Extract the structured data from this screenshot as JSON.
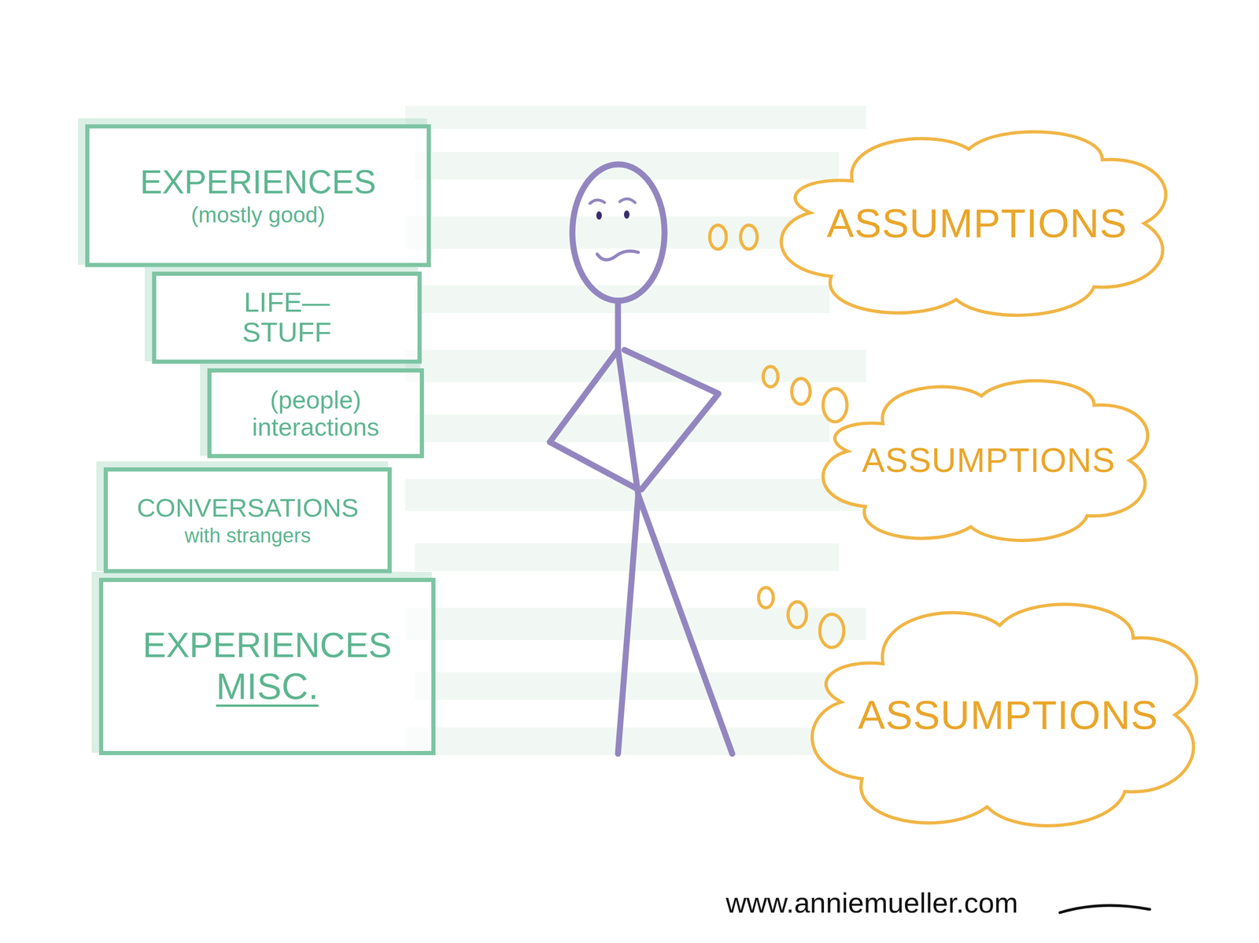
{
  "diagram": {
    "nodes": [
      {
        "text": [
          "EXPERIENCES",
          "(mostly good)"
        ]
      },
      {
        "text": [
          "LIFE— STUFF"
        ]
      },
      {
        "text": [
          "(people) interactions"
        ]
      },
      {
        "text": [
          "CONVERSATIONS",
          "with strangers"
        ]
      },
      {
        "text": [
          "EXPERIENCES",
          "MISC."
        ]
      },
      {
        "text": [
          "ASSUMPTIONS"
        ]
      },
      {
        "text": [
          "ASSUMPTIONS"
        ]
      },
      {
        "text": [
          "ASSUMPTIONS"
        ]
      }
    ],
    "labels": [
      "www.anniemueller.com"
    ]
  }
}
